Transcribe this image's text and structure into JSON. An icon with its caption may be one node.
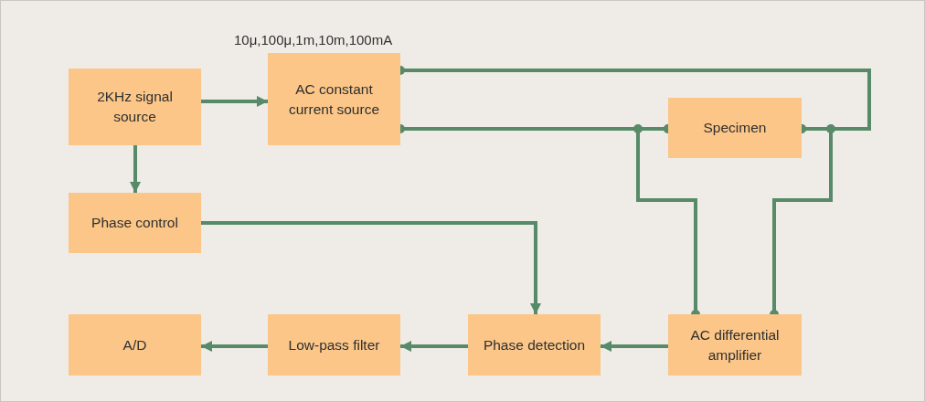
{
  "diagram": {
    "nodes": [
      {
        "text": [
          "2KHz signal source"
        ]
      },
      {
        "text": [
          "AC constant current source"
        ],
        "beside": [
          "10μ,100μ,1m,10m,100mA"
        ]
      },
      {
        "text": [
          "Specimen"
        ]
      },
      {
        "text": [
          "Phase control"
        ]
      },
      {
        "text": [
          "A/D"
        ]
      },
      {
        "text": [
          "Low-pass filter"
        ]
      },
      {
        "text": [
          "Phase detection"
        ]
      },
      {
        "text": [
          "AC differential amplifier"
        ]
      }
    ],
    "edges": [
      {
        "from": 0,
        "to": 1,
        "arrow": "to"
      },
      {
        "from": 0,
        "to": 3,
        "arrow": "to"
      },
      {
        "from": 1,
        "to": 2,
        "arrow": "other"
      },
      {
        "from": 1,
        "to": 2,
        "arrow": "other"
      },
      {
        "from": 2,
        "to": 7,
        "arrow": "other"
      },
      {
        "from": 2,
        "to": 7,
        "arrow": "other"
      },
      {
        "from": 3,
        "to": 6,
        "arrow": "to"
      },
      {
        "from": 7,
        "to": 6,
        "arrow": "to"
      },
      {
        "from": 6,
        "to": 5,
        "arrow": "to"
      },
      {
        "from": 5,
        "to": 4,
        "arrow": "to"
      }
    ]
  }
}
